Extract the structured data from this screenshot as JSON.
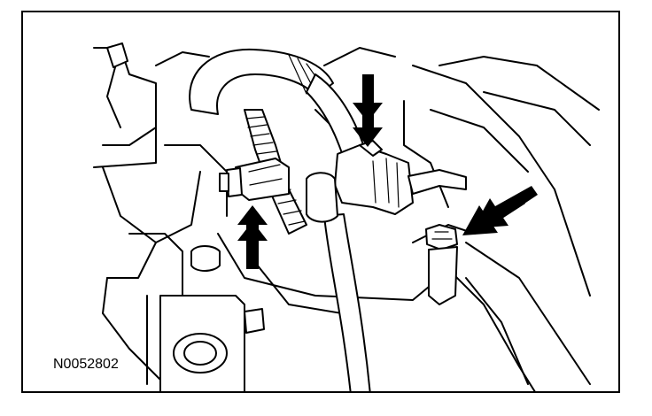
{
  "figure": {
    "reference_id": "N0052802"
  },
  "colors": {
    "ink": "#000000",
    "paper": "#ffffff"
  },
  "callouts": [
    {
      "name": "arrow-down-connector",
      "direction": "down"
    },
    {
      "name": "arrow-up-sensor",
      "direction": "up"
    },
    {
      "name": "arrow-diagonal-bolt",
      "direction": "down-left"
    }
  ]
}
